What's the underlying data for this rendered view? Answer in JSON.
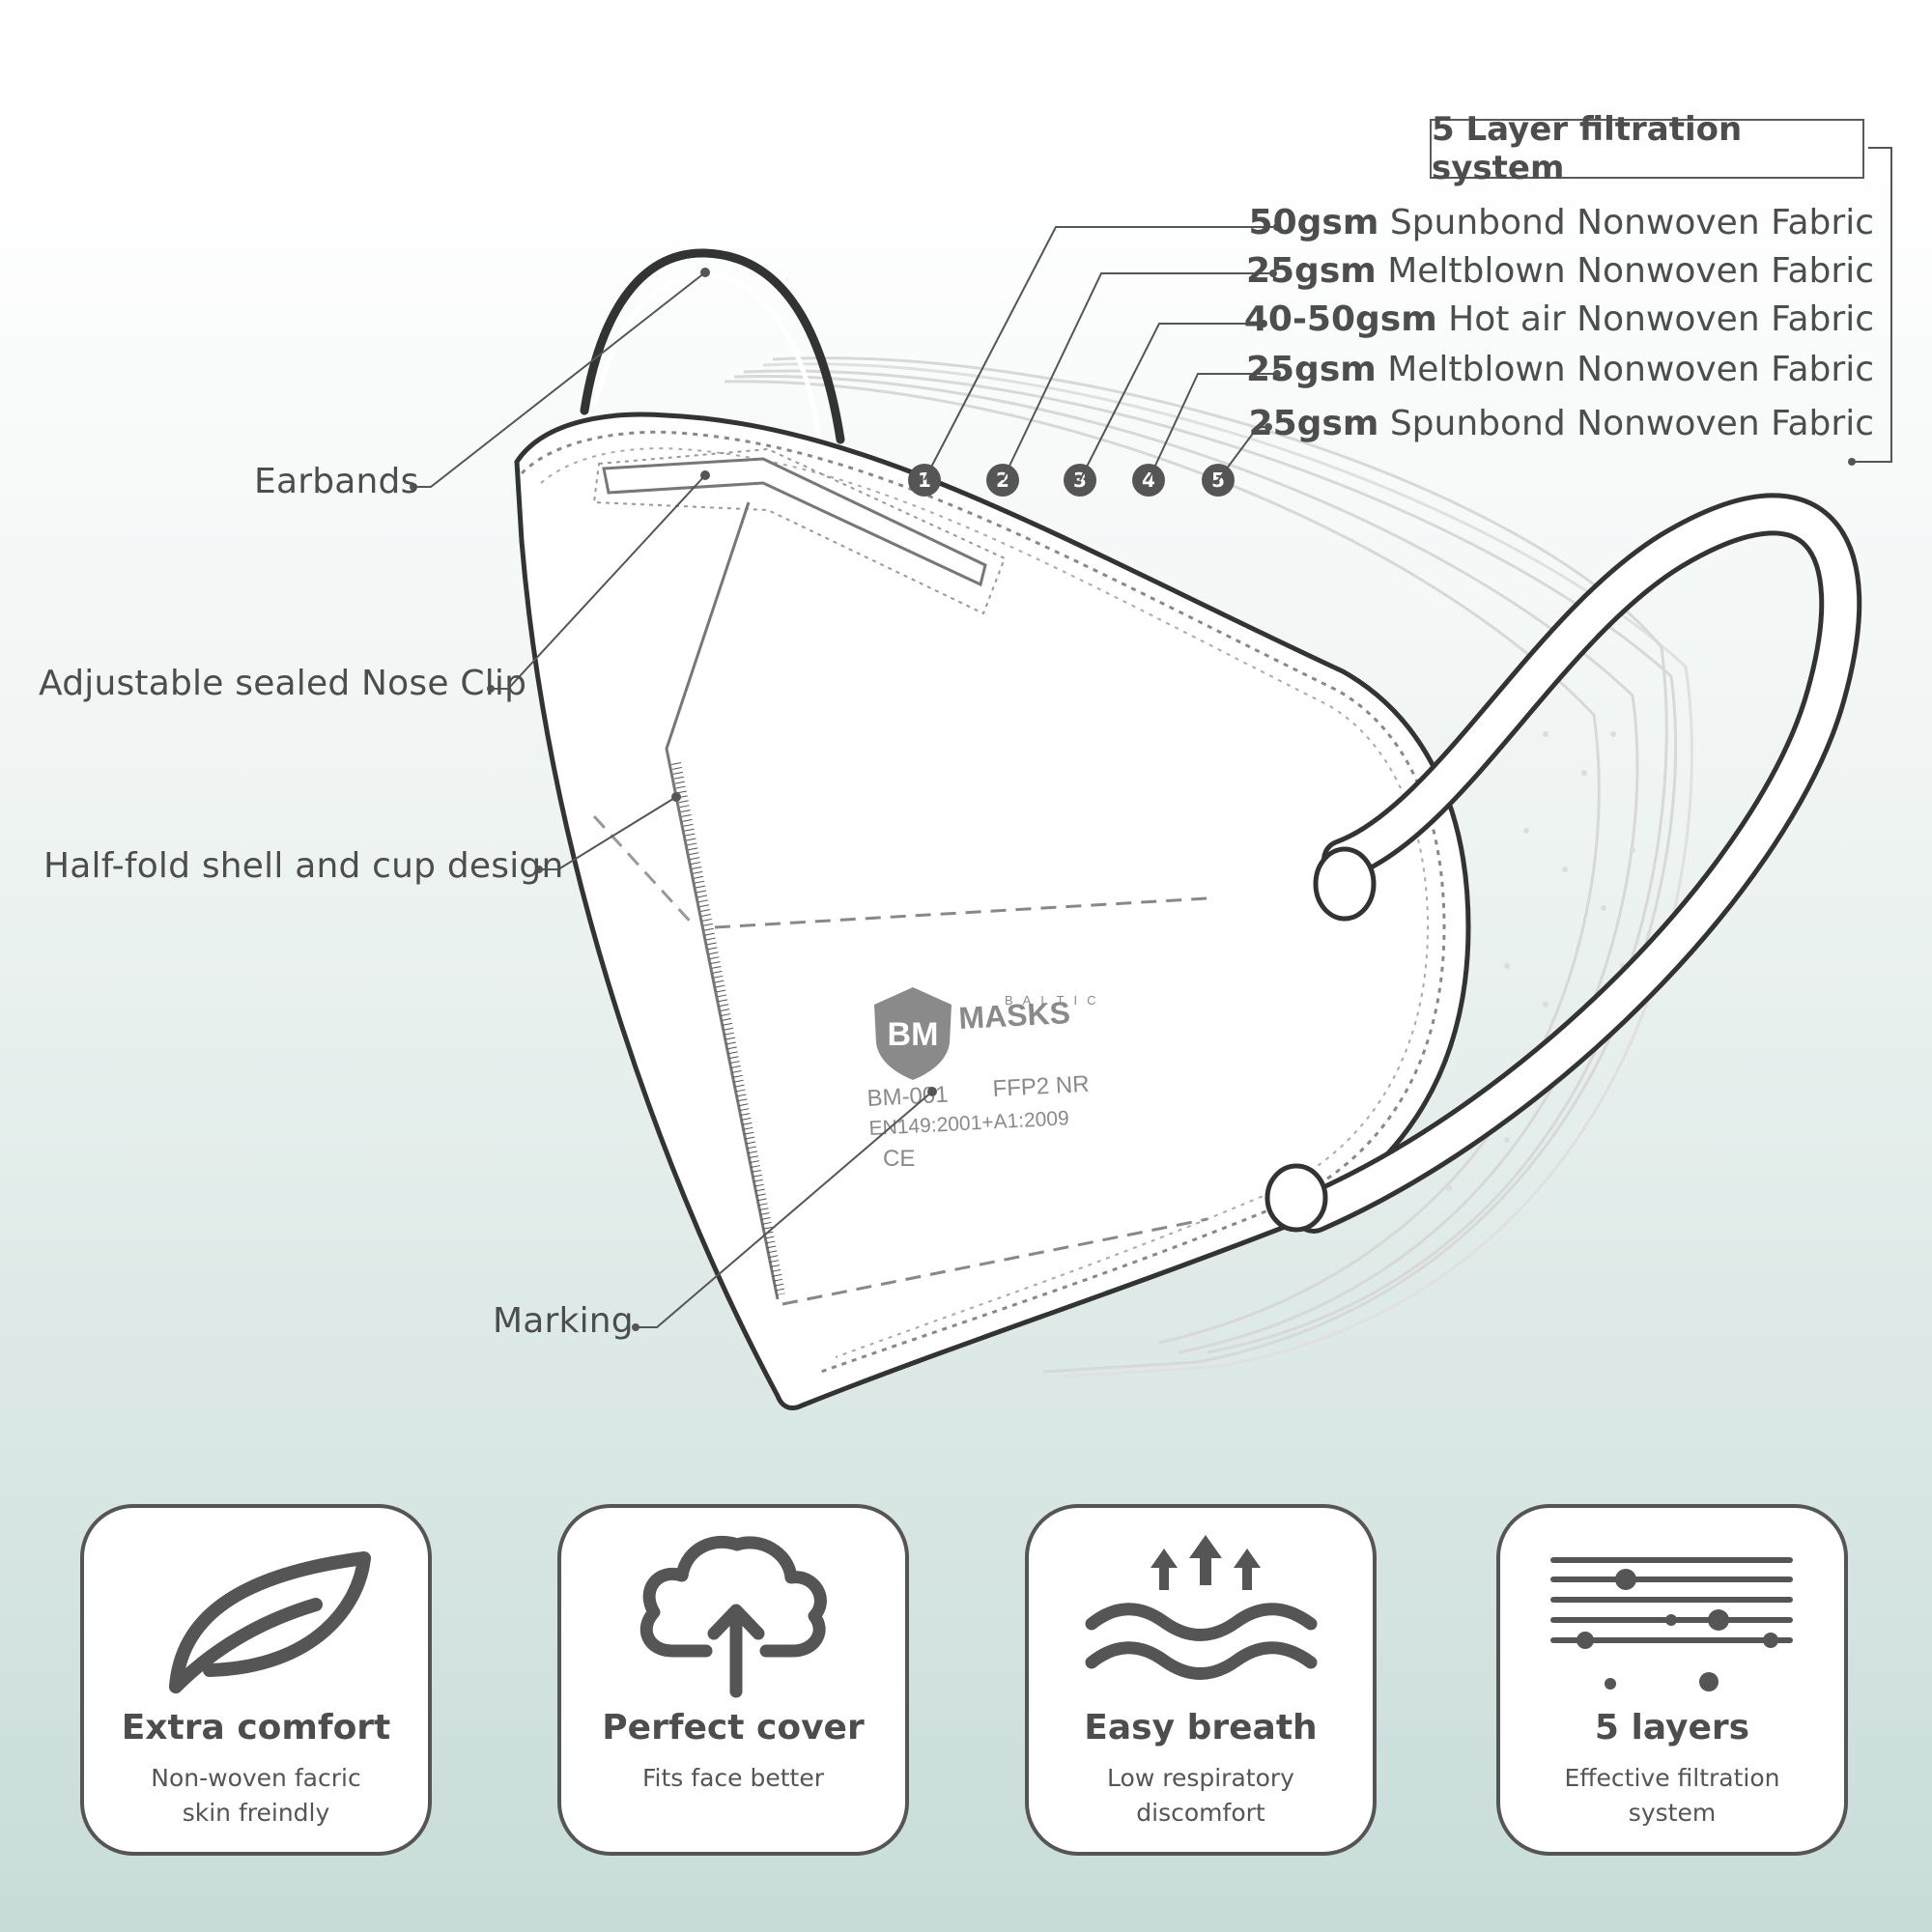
{
  "layers": {
    "title": "5 Layer filtration system",
    "items": [
      {
        "num": "1",
        "weight": "50gsm",
        "name": "Spunbond Nonwoven Fabric"
      },
      {
        "num": "2",
        "weight": "25gsm",
        "name": "Meltblown Nonwoven Fabric"
      },
      {
        "num": "3",
        "weight": "40-50gsm",
        "name": "Hot air Nonwoven Fabric"
      },
      {
        "num": "4",
        "weight": "25gsm",
        "name": "Meltblown Nonwoven Fabric"
      },
      {
        "num": "5",
        "weight": "25gsm",
        "name": "Spunbond Nonwoven Fabric"
      }
    ]
  },
  "callouts": {
    "earbands": "Earbands",
    "nose_clip": "Adjustable sealed Nose Clip",
    "shell": "Half-fold shell and cup design",
    "marking": "Marking"
  },
  "mask_print": {
    "brand_top": "BALTIC",
    "brand_bottom": "MASKS",
    "logo": "BM",
    "model": "BM-001",
    "class": "FFP2 NR",
    "standard": "EN149:2001+A1:2009",
    "ce": "CE"
  },
  "features": [
    {
      "icon": "leaf-icon",
      "title": "Extra comfort",
      "desc_1": "Non-woven facric",
      "desc_2": "skin freindly"
    },
    {
      "icon": "cloud-upload-icon",
      "title": "Perfect cover",
      "desc_1": "Fits face better",
      "desc_2": ""
    },
    {
      "icon": "airflow-waves-icon",
      "title": "Easy breath",
      "desc_1": "Low respiratory",
      "desc_2": "discomfort"
    },
    {
      "icon": "layers-icon",
      "title": "5 layers",
      "desc_1": "Effective filtration",
      "desc_2": "system"
    }
  ],
  "colors": {
    "outline": "#333333",
    "text": "#4d4d4d",
    "background_bottom": "#c7dcd8"
  }
}
